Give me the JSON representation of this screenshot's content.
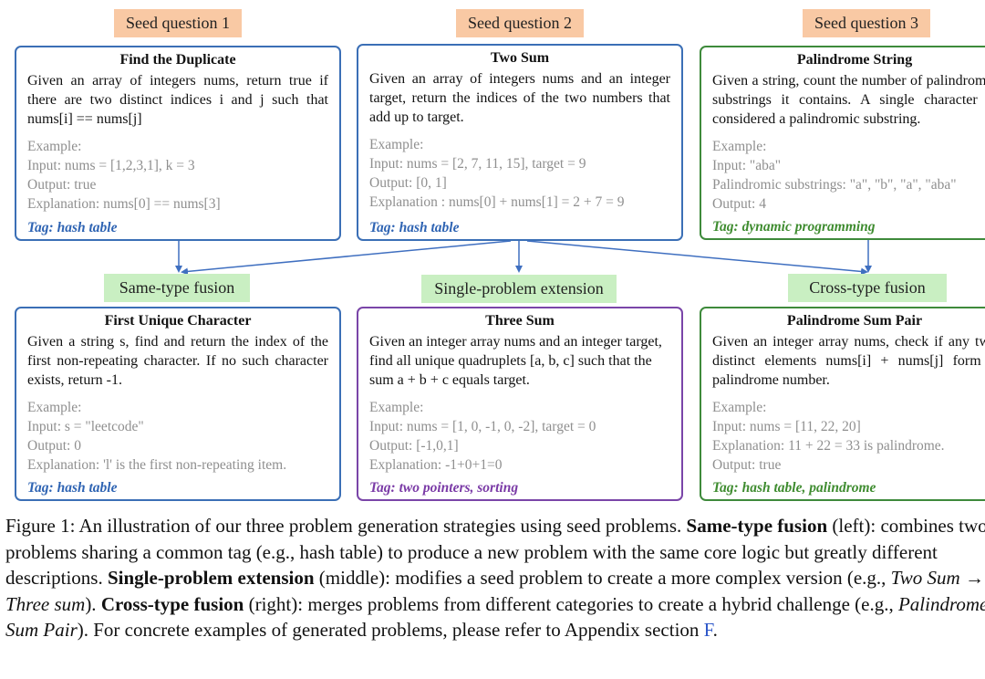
{
  "seed_labels": [
    "Seed question 1",
    "Seed question 2",
    "Seed question 3"
  ],
  "strategy_labels": [
    "Same-type fusion",
    "Single-problem extension",
    "Cross-type fusion"
  ],
  "seed_cards": [
    {
      "title": "Find the Duplicate",
      "desc": "Given an array of integers nums, return true if there are two distinct indices i and j such that nums[i] == nums[j]",
      "example_lines": [
        "Example:",
        "Input: nums = [1,2,3,1], k = 3",
        "Output: true",
        "Explanation: nums[0] == nums[3]"
      ],
      "tag": "Tag: hash table"
    },
    {
      "title": "Two Sum",
      "desc": "Given an array of integers nums and an integer target, return the indices of the two numbers that add up to target.",
      "example_lines": [
        "Example:",
        "Input: nums = [2, 7, 11, 15], target = 9",
        "Output: [0, 1]",
        "Explanation : nums[0] + nums[1] = 2 + 7 = 9"
      ],
      "tag": "Tag: hash table"
    },
    {
      "title": "Palindrome String",
      "desc": "Given a string, count the number of palindromic substrings it contains. A single character is considered a palindromic substring.",
      "example_lines": [
        "Example:",
        "Input: \"aba\"",
        "Palindromic substrings: \"a\", \"b\", \"a\", \"aba\"",
        "Output: 4"
      ],
      "tag": "Tag: dynamic programming"
    }
  ],
  "generated_cards": [
    {
      "title": "First Unique Character",
      "desc": "Given a string s, find and return the index of the first non-repeating character. If no such character exists, return -1.",
      "example_lines": [
        "Example:",
        "Input: s = \"leetcode\"",
        "Output: 0",
        "Explanation: 'l' is the first non-repeating item."
      ],
      "tag": "Tag: hash table"
    },
    {
      "title": "Three Sum",
      "desc": "Given an integer array nums and an integer target, find all unique quadruplets [a, b, c] such that the sum a + b + c equals target.",
      "example_lines": [
        "Example:",
        "Input: nums = [1, 0, -1, 0, -2], target = 0",
        "Output: [-1,0,1]",
        "Explanation: -1+0+1=0"
      ],
      "tag": "Tag: two pointers, sorting"
    },
    {
      "title": "Palindrome Sum Pair",
      "desc": "Given an integer array nums, check if any two distinct elements nums[i] + nums[j] form a palindrome number.",
      "example_lines": [
        "Example:",
        "Input: nums = [11, 22, 20]",
        "Explanation: 11 + 22 = 33 is palindrome.",
        "Output: true"
      ],
      "tag": "Tag: hash table, palindrome"
    }
  ],
  "caption": {
    "fig_label": "Figure 1:",
    "intro": "An illustration of our three problem generation strategies using seed problems.",
    "s1_name": "Same-type fusion",
    "s1_pos": "(left):",
    "s1_text": "combines two problems sharing a common tag (e.g., hash table) to produce a new problem with the same core logic but greatly different descriptions.",
    "s2_name": "Single-problem extension",
    "s2_pos": "(middle):",
    "s2_text_a": "modifies a seed problem to create a more complex version (e.g.,",
    "s2_ex_from": "Two Sum",
    "s2_arrow": "→",
    "s2_ex_to": "Three sum",
    "s2_text_b": ").",
    "s3_name": "Cross-type fusion",
    "s3_pos": "(right):",
    "s3_text_a": "merges problems from different categories to create a hybrid challenge (e.g.,",
    "s3_ex": "Palindrome Sum Pair",
    "s3_text_b": "). For concrete examples of generated problems, please refer to Appendix section",
    "appendix_ref": "F",
    "end": "."
  },
  "colors": {
    "seed_label_bg": "#f9c9a4",
    "strategy_label_bg": "#c9efc2",
    "blue_border": "#3b6fb6",
    "green_border": "#3e8a3b",
    "purple_border": "#7a45a8",
    "arrow": "#3f6fc0"
  }
}
